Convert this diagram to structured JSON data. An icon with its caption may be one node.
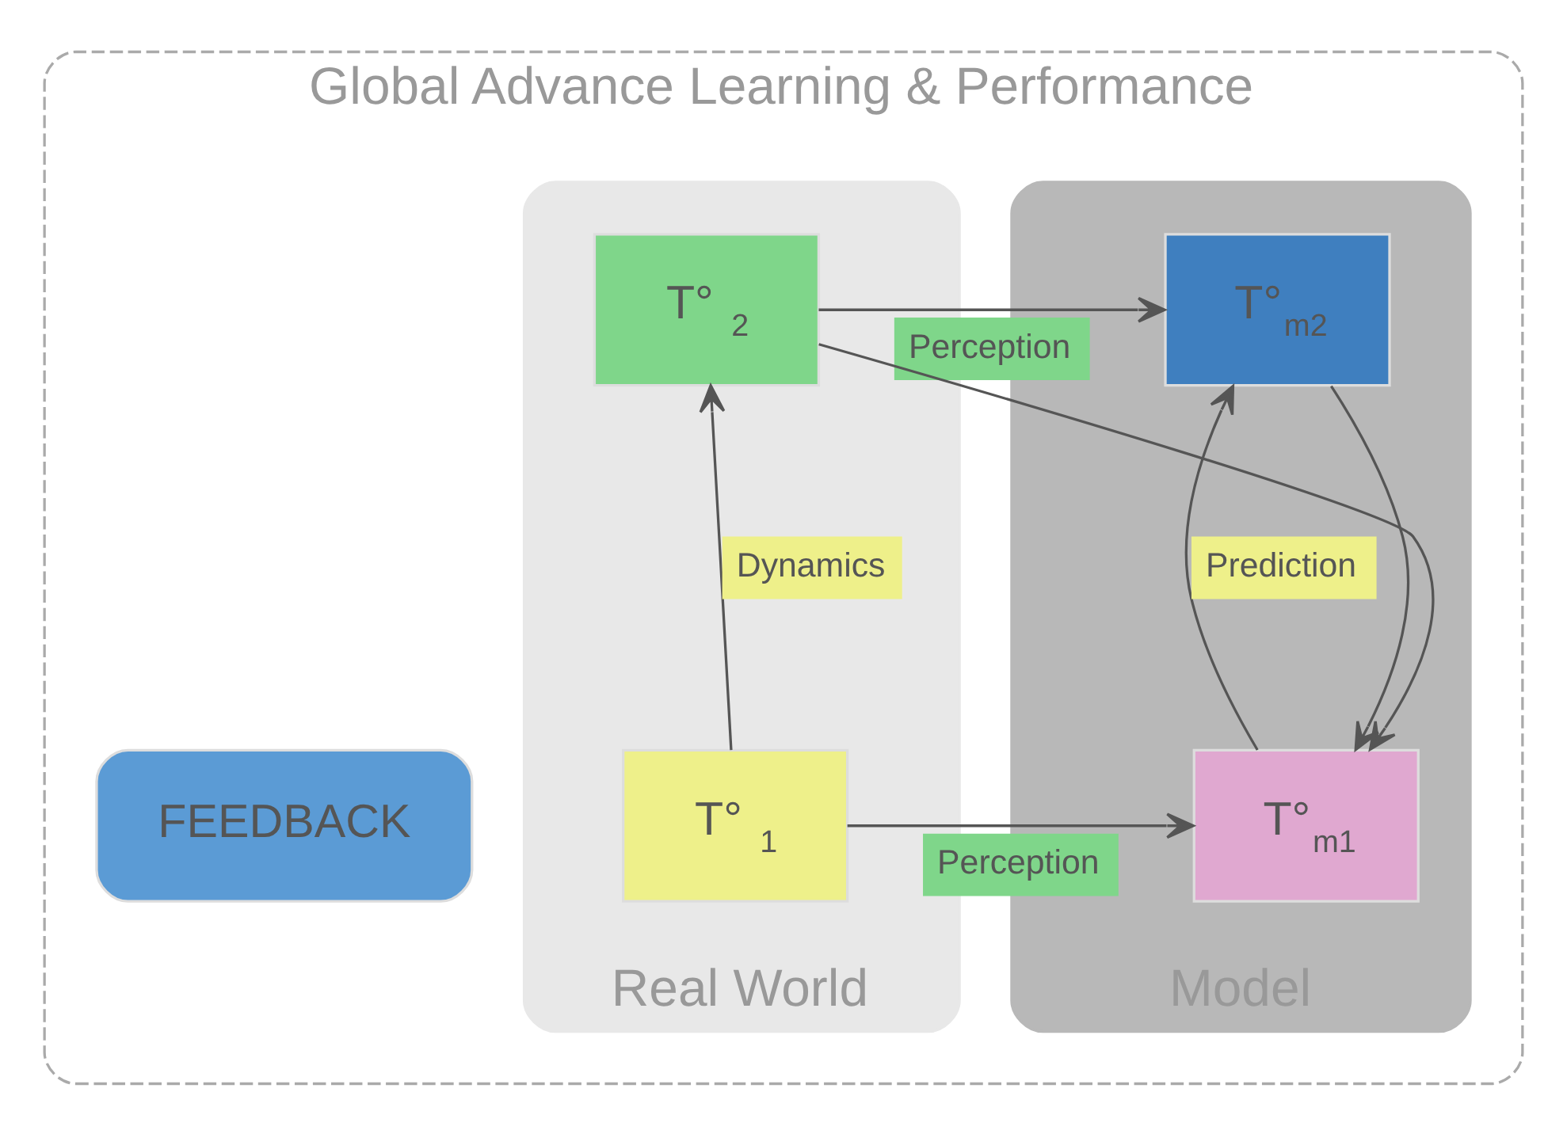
{
  "diagram": {
    "nodes": [
      {
        "text": [
          "Global Advance Learning & Performance"
        ]
      },
      {
        "text": [
          "FEEDBACK"
        ],
        "in": 0
      },
      {
        "text": [
          "Model"
        ],
        "in": 0
      },
      {
        "text": [
          "T°$_{m2}$"
        ],
        "in": 2
      },
      {
        "text": [
          "T°$_{m1}$"
        ],
        "in": 2
      },
      {
        "text": [
          "Real World"
        ],
        "in": 0
      },
      {
        "text": [
          "T° $_{2}$"
        ],
        "in": 5
      },
      {
        "text": [
          "T° $_{1}$"
        ],
        "in": 5
      }
    ],
    "edges": [
      {
        "from": 6,
        "to": 3,
        "arrow": "to",
        "label": "Perception"
      },
      {
        "from": 7,
        "to": 4,
        "arrow": "to",
        "label": "Perception"
      },
      {
        "from": 4,
        "to": 3,
        "arrow": "to",
        "label": "Prediction"
      },
      {
        "from": 7,
        "to": 6,
        "arrow": "to",
        "label": "Dynamics"
      },
      {
        "from": 3,
        "to": 4,
        "arrow": "to"
      },
      {
        "from": 6,
        "to": 4,
        "arrow": "to"
      }
    ]
  }
}
